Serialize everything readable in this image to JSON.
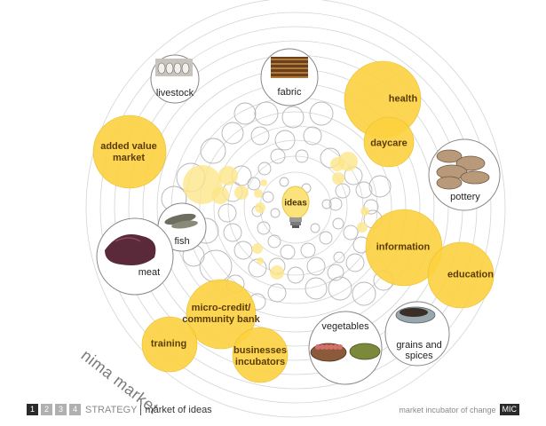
{
  "center": {
    "label": "ideas",
    "icon": "lightbulb-icon"
  },
  "side_title": "nima market",
  "sectors": [
    {
      "label": "added value\nmarket"
    },
    {
      "label": "health"
    },
    {
      "label": "daycare"
    },
    {
      "label": "information"
    },
    {
      "label": "education"
    },
    {
      "label": "micro-credit/\ncommunity bank"
    },
    {
      "label": "training"
    },
    {
      "label": "businesses\nincubators"
    }
  ],
  "goods": [
    {
      "label": "livestock",
      "icon": "livestock-photo"
    },
    {
      "label": "fabric",
      "icon": "fabric-photo"
    },
    {
      "label": "pottery",
      "icon": "pottery-photo"
    },
    {
      "label": "fish",
      "icon": "fish-photo"
    },
    {
      "label": "meat",
      "icon": "meat-photo"
    },
    {
      "label": "vegetables",
      "icon": "vegetables-photo"
    },
    {
      "label": "grains and\nspices",
      "icon": "grains-photo"
    }
  ],
  "footer": {
    "steps": [
      "1",
      "2",
      "3",
      "4"
    ],
    "active_step": "1",
    "section": "STRATEGY",
    "page": "market of ideas",
    "org_name": "market incubator of change",
    "org_badge": "MIC"
  },
  "colors": {
    "accent": "#fcd23f",
    "accent_light": "#fde68a",
    "ring": "#d4d4d4",
    "photo_border": "#888888"
  }
}
